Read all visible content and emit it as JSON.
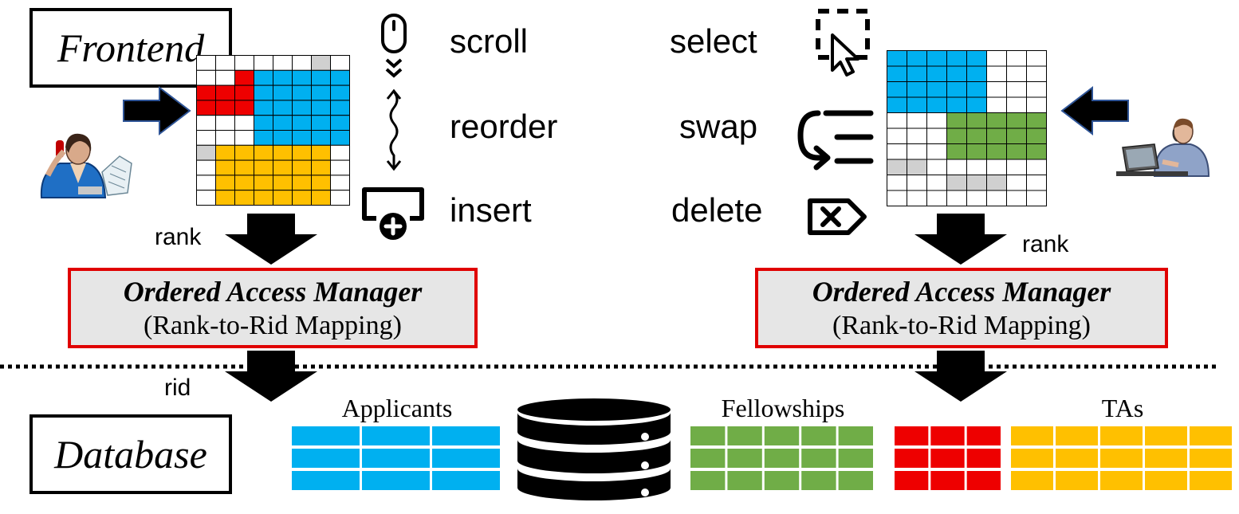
{
  "frontend_label": "Frontend",
  "database_label": "Database",
  "operations": {
    "scroll": "scroll",
    "reorder": "reorder",
    "insert": "insert",
    "select": "select",
    "swap": "swap",
    "delete": "delete"
  },
  "arrows": {
    "rank_left": "rank",
    "rank_right": "rank",
    "rid": "rid"
  },
  "oam_left": {
    "title": "Ordered Access Manager",
    "subtitle": "(Rank-to-Rid Mapping)"
  },
  "oam_right": {
    "title": "Ordered Access Manager",
    "subtitle": "(Rank-to-Rid Mapping)"
  },
  "tables": {
    "applicants": "Applicants",
    "fellowships": "Fellowships",
    "tas": "TAs"
  },
  "colors": {
    "blue": "#00b0f0",
    "yellow": "#ffc000",
    "red": "#ee0000",
    "green": "#70ad47",
    "gray": "#d0d0d0",
    "oam_border": "#e00000"
  }
}
